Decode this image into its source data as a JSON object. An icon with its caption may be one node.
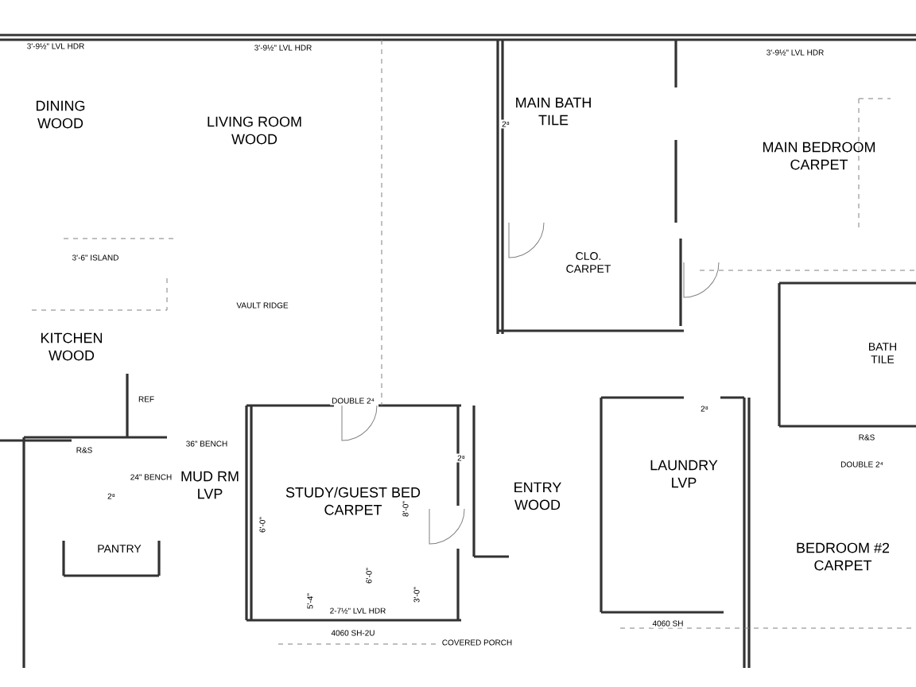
{
  "diagram": {
    "nodes": [
      {
        "text": [
          "DINING",
          "WOOD"
        ]
      },
      {
        "text": [
          "LIVING ROOM",
          "WOOD"
        ]
      },
      {
        "text": [
          "KITCHEN",
          "WOOD"
        ]
      },
      {
        "text": [
          "MAIN BATH",
          "TILE"
        ]
      },
      {
        "text": [
          "MAIN BEDROOM",
          "CARPET"
        ]
      },
      {
        "text": [
          "CLO.",
          "CARPET"
        ]
      },
      {
        "text": [
          "BATH",
          "TILE"
        ]
      },
      {
        "text": [
          "MUD RM",
          "LVP"
        ]
      },
      {
        "text": [
          "PANTRY"
        ]
      },
      {
        "text": [
          "STUDY/GUEST BED",
          "CARPET"
        ]
      },
      {
        "text": [
          "ENTRY",
          "WOOD"
        ]
      },
      {
        "text": [
          "LAUNDRY",
          "LVP"
        ]
      },
      {
        "text": [
          "BEDROOM #2",
          "CARPET"
        ]
      }
    ],
    "edges": [],
    "labels": [
      "3'-9½\" LVL HDR",
      "3'-9½\" LVL HDR",
      "3'-9½\" LVL HDR",
      "3'-6\" ISLAND",
      "VAULT RIDGE",
      "DOUBLE 2⁴",
      "2-7½\" LVL HDR",
      "4060 SH-2U",
      "COVERED PORCH",
      "R&S",
      "R&S",
      "36\" BENCH",
      "24\" BENCH",
      "REF",
      "DOUBLE 2⁴",
      "2⁸",
      "2⁸",
      "2⁸",
      "2⁸",
      "6'-0\"",
      "6'-0\"",
      "8'-0\"",
      "5'-4\"",
      "3'-0\"",
      "4060 SH"
    ]
  }
}
